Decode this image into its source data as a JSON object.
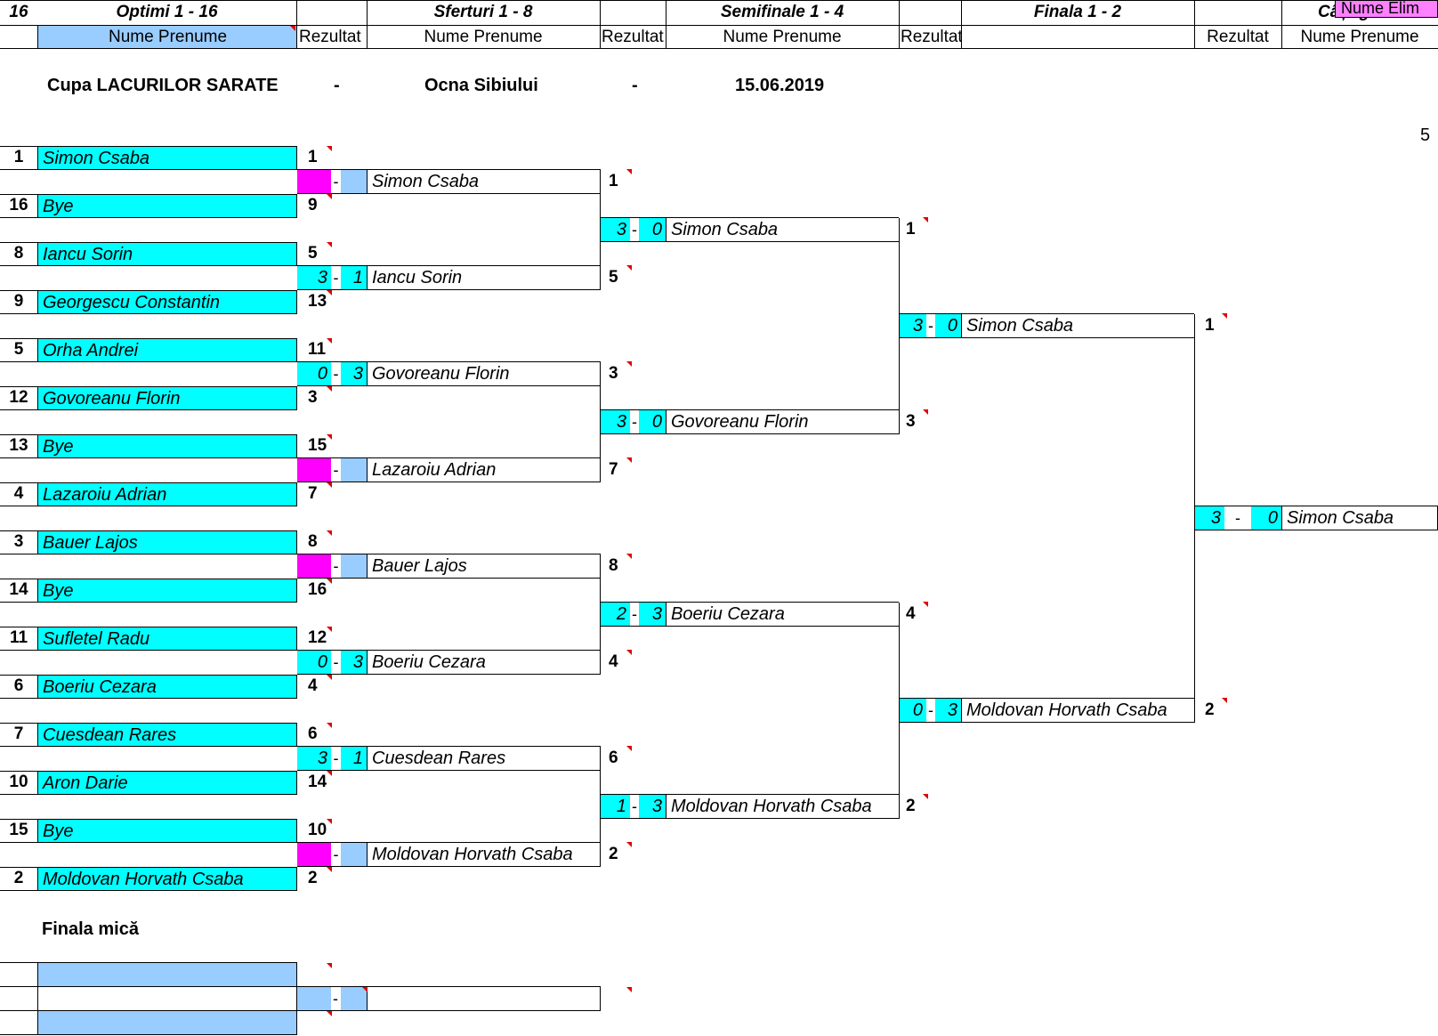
{
  "header": {
    "count": "16",
    "rounds": [
      "Optimi 1 - 16",
      "Sferturi 1 - 8",
      "Semifinale 1 - 4",
      "Finala 1 - 2",
      "Câștigător"
    ],
    "name_col": "Nume Prenume",
    "result_col": "Rezultat",
    "overflow_label": "Nume Elim"
  },
  "title": {
    "cup": "Cupa LACURILOR SARATE",
    "sep1": "-",
    "place": "Ocna Sibiului",
    "sep2": "-",
    "date": "15.06.2019"
  },
  "corner_value": "5",
  "round16": [
    {
      "seed": "1",
      "name": "Simon Csaba",
      "res": "1"
    },
    {
      "seed": "16",
      "name": "Bye",
      "res": "9"
    },
    {
      "seed": "8",
      "name": "Iancu Sorin",
      "res": "5"
    },
    {
      "seed": "9",
      "name": "Georgescu Constantin",
      "res": "13"
    },
    {
      "seed": "5",
      "name": "Orha Andrei",
      "res": "11"
    },
    {
      "seed": "12",
      "name": "Govoreanu Florin",
      "res": "3"
    },
    {
      "seed": "13",
      "name": "Bye",
      "res": "15"
    },
    {
      "seed": "4",
      "name": "Lazaroiu Adrian",
      "res": "7"
    },
    {
      "seed": "3",
      "name": "Bauer Lajos",
      "res": "8"
    },
    {
      "seed": "14",
      "name": "Bye",
      "res": "16"
    },
    {
      "seed": "11",
      "name": "Sufletel Radu",
      "res": "12"
    },
    {
      "seed": "6",
      "name": "Boeriu Cezara",
      "res": "4"
    },
    {
      "seed": "7",
      "name": "Cuesdean Rares",
      "res": "6"
    },
    {
      "seed": "10",
      "name": "Aron Darie",
      "res": "14"
    },
    {
      "seed": "15",
      "name": "Bye",
      "res": "10"
    },
    {
      "seed": "2",
      "name": "Moldovan Horvath Csaba",
      "res": "2"
    }
  ],
  "quarters": [
    {
      "s1": "",
      "s2": "",
      "bye": true,
      "name": "Simon Csaba",
      "res": "1"
    },
    {
      "s1": "3",
      "s2": "1",
      "bye": false,
      "name": "Iancu Sorin",
      "res": "5"
    },
    {
      "s1": "0",
      "s2": "3",
      "bye": false,
      "name": "Govoreanu Florin",
      "res": "3"
    },
    {
      "s1": "",
      "s2": "",
      "bye": true,
      "name": "Lazaroiu Adrian",
      "res": "7"
    },
    {
      "s1": "",
      "s2": "",
      "bye": true,
      "name": "Bauer Lajos",
      "res": "8"
    },
    {
      "s1": "0",
      "s2": "3",
      "bye": false,
      "name": "Boeriu Cezara",
      "res": "4"
    },
    {
      "s1": "3",
      "s2": "1",
      "bye": false,
      "name": "Cuesdean Rares",
      "res": "6"
    },
    {
      "s1": "",
      "s2": "",
      "bye": true,
      "name": "Moldovan Horvath Csaba",
      "res": "2"
    }
  ],
  "semis": [
    {
      "s1": "3",
      "s2": "0",
      "name": "Simon Csaba",
      "res": "1"
    },
    {
      "s1": "3",
      "s2": "0",
      "name": "Govoreanu Florin",
      "res": "3"
    },
    {
      "s1": "2",
      "s2": "3",
      "name": "Boeriu Cezara",
      "res": "4"
    },
    {
      "s1": "1",
      "s2": "3",
      "name": "Moldovan Horvath Csaba",
      "res": "2"
    }
  ],
  "finals": [
    {
      "s1": "3",
      "s2": "0",
      "name": "Simon Csaba",
      "res": "1"
    },
    {
      "s1": "0",
      "s2": "3",
      "name": "Moldovan Horvath Csaba",
      "res": "2"
    }
  ],
  "winner": {
    "s1": "3",
    "s2": "0",
    "name": "Simon Csaba"
  },
  "small_final": {
    "title": "Finala mică",
    "dash": "-"
  },
  "dash": "-"
}
